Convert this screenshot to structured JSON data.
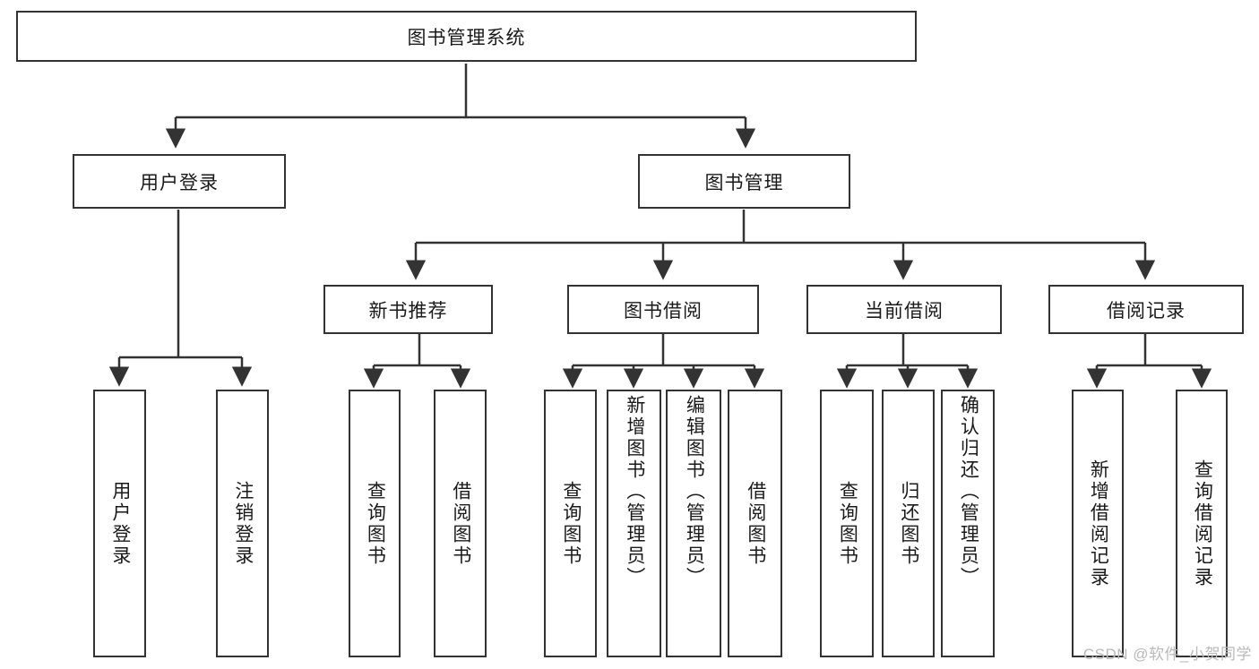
{
  "diagram": {
    "type": "tree-hierarchy-functional-decomposition",
    "root": {
      "label": "图书管理系统"
    },
    "level2": [
      {
        "label": "用户登录"
      },
      {
        "label": "图书管理"
      }
    ],
    "level3": [
      {
        "label": "新书推荐"
      },
      {
        "label": "图书借阅"
      },
      {
        "label": "当前借阅"
      },
      {
        "label": "借阅记录"
      }
    ],
    "leaves": {
      "user_login": [
        {
          "label": "用户登录"
        },
        {
          "label": "注销登录"
        }
      ],
      "new_book_recommend": [
        {
          "label": "查询图书"
        },
        {
          "label": "借阅图书"
        }
      ],
      "book_borrow": [
        {
          "label": "查询图书"
        },
        {
          "label": "新增图书（管理员）"
        },
        {
          "label": "编辑图书（管理员）"
        },
        {
          "label": "借阅图书"
        }
      ],
      "current_borrow": [
        {
          "label": "查询图书"
        },
        {
          "label": "归还图书"
        },
        {
          "label": "确认归还（管理员）"
        }
      ],
      "borrow_record": [
        {
          "label": "新增借阅记录"
        },
        {
          "label": "查询借阅记录"
        }
      ]
    }
  },
  "watermark": {
    "text": "CSDN @软件_小贺同学"
  },
  "colors": {
    "stroke": "#333333",
    "background": "#ffffff",
    "text": "#1a1a1a",
    "watermark": "#b9b9b9"
  }
}
